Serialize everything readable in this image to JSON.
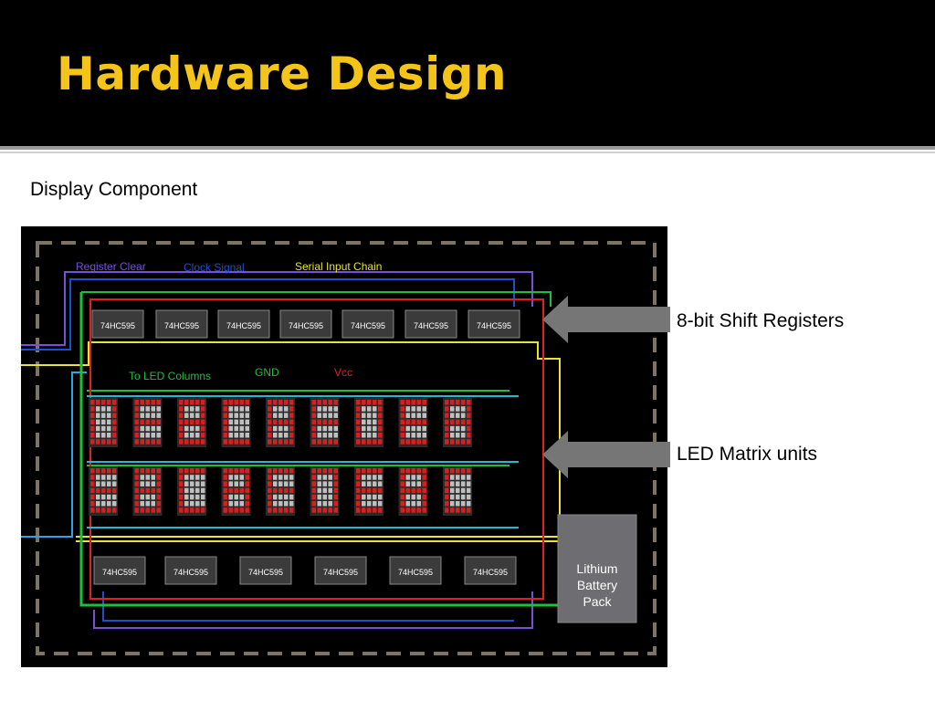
{
  "slide": {
    "title": "Hardware Design",
    "subtitle": "Display Component"
  },
  "diagram": {
    "labels": {
      "register_clear": "Register Clear",
      "clock_signal": "Clock Signal",
      "serial_input_chain": "Serial Input Chain",
      "to_led_columns": "To LED Columns",
      "gnd": "GND",
      "vcc": "Vcc",
      "battery": [
        "Lithium",
        "Battery",
        "Pack"
      ]
    },
    "chip_label": "74HC595",
    "top_chip_count": 7,
    "bottom_chip_count": 6,
    "matrix_rows": 2,
    "matrix_cols": 9
  },
  "callouts": {
    "shift_registers": "8-bit Shift Registers",
    "led_matrix": "LED Matrix units"
  },
  "colors": {
    "title": "#f5c418",
    "register_clear": "#7a4fd6",
    "clock_signal": "#1e4fd0",
    "serial_input": "#e8e23a",
    "led_columns": "#1fbf3a",
    "gnd": "#1fbf3a",
    "vcc": "#e02020",
    "led_on": "#d62020",
    "led_off": "#bfbfbf"
  }
}
